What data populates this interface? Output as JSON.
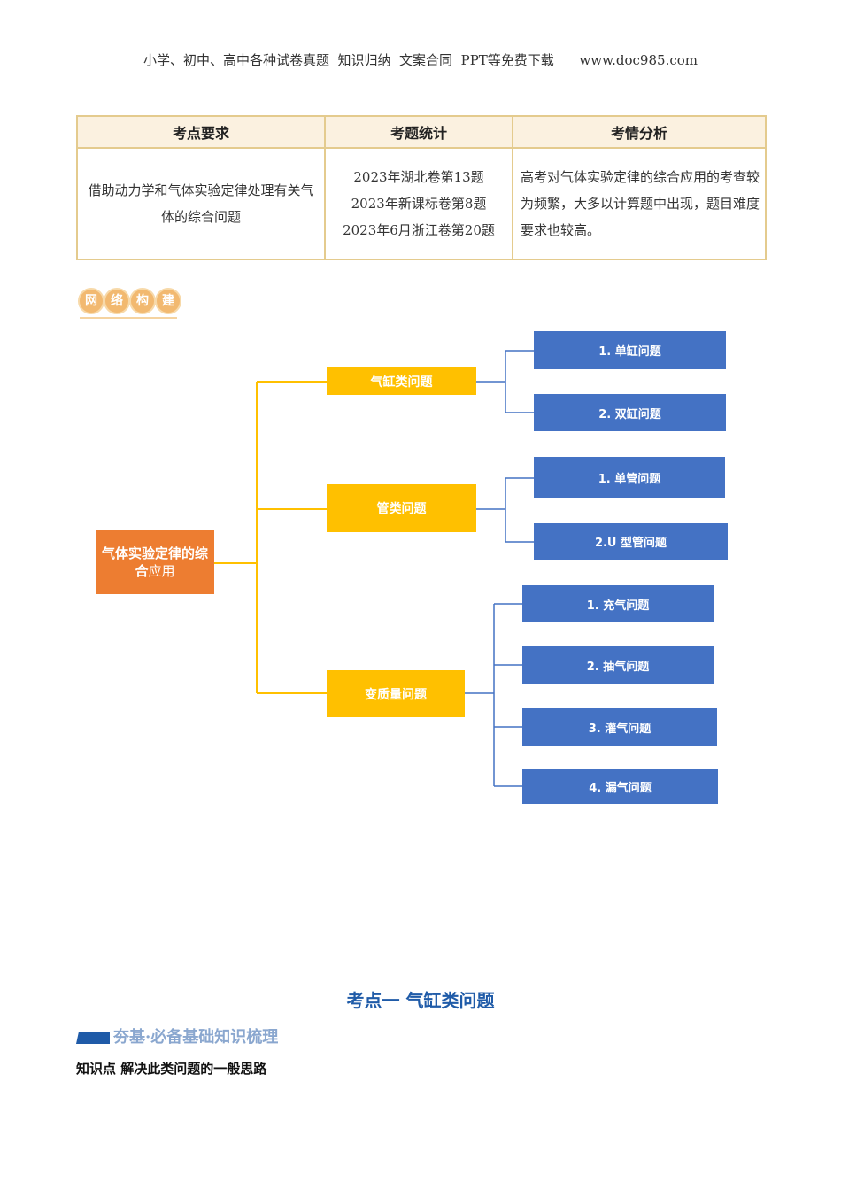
{
  "header": {
    "text": "小学、初中、高中各种试卷真题  知识归纳  文案合同  PPT等免费下载      www.doc985.com"
  },
  "table": {
    "headers": [
      "考点要求",
      "考题统计",
      "考情分析"
    ],
    "requirement": "借助动力学和气体实验定律处理有关气体的综合问题",
    "stats": [
      "2023年湖北卷第13题",
      "2023年新课标卷第8题",
      "2023年6月浙江卷第20题"
    ],
    "analysis": "高考对气体实验定律的综合应用的考查较为频繁，大多以计算题中出现，题目难度要求也较高。"
  },
  "badge": {
    "chars": [
      "网",
      "络",
      "构",
      "建"
    ]
  },
  "mindmap": {
    "root_bold": "气体实验定律的综合",
    "root_light": "应用",
    "branches": [
      {
        "label": "气缸类问题",
        "leaves": [
          "1. 单缸问题",
          "2. 双缸问题"
        ]
      },
      {
        "label": "管类问题",
        "leaves": [
          "1. 单管问题",
          "2.U 型管问题"
        ]
      },
      {
        "label": "变质量问题",
        "leaves": [
          "1. 充气问题",
          "2. 抽气问题",
          "3. 灌气问题",
          "4. 漏气问题"
        ]
      }
    ]
  },
  "section": {
    "title": "考点一  气缸类问题",
    "banner": "夯基·必备基础知识梳理",
    "knowledge_point": "知识点  解决此类问题的一般思路"
  },
  "colors": {
    "yellow_line": "#ffc000",
    "blue_line": "#4472c4",
    "orange": "#ed7d31",
    "blue": "#4472c4",
    "yellow": "#ffc000"
  }
}
